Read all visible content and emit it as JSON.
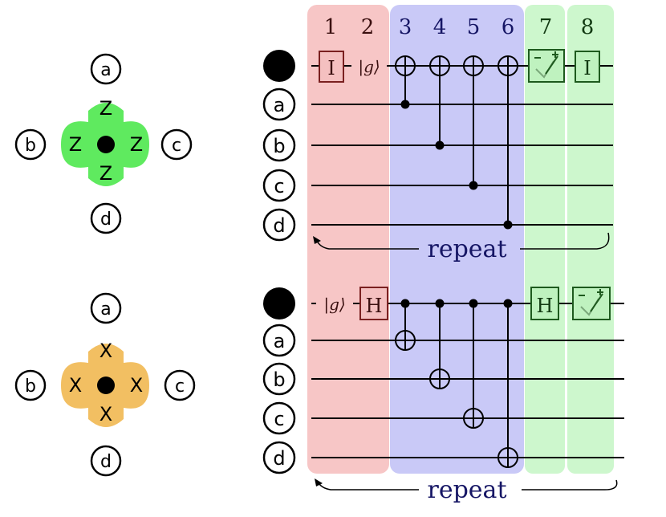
{
  "left_top": {
    "nodes": [
      "a",
      "b",
      "c",
      "d"
    ],
    "ops": [
      "Z",
      "Z",
      "Z",
      "Z"
    ],
    "color": "#5fea5f"
  },
  "left_bottom": {
    "nodes": [
      "a",
      "b",
      "c",
      "d"
    ],
    "ops": [
      "X",
      "X",
      "X",
      "X"
    ],
    "color": "#f2bf62"
  },
  "steps": [
    "1",
    "2",
    "3",
    "4",
    "5",
    "6",
    "7",
    "8"
  ],
  "top_circuit": {
    "wire_labels": [
      "a",
      "b",
      "c",
      "d"
    ],
    "gate1": "I",
    "gate2": "|g⟩",
    "gate8": "I",
    "repeat": "repeat"
  },
  "bottom_circuit": {
    "wire_labels": [
      "a",
      "b",
      "c",
      "d"
    ],
    "gate1": "|g⟩",
    "gate2": "H",
    "gate7": "H",
    "repeat": "repeat"
  },
  "colors": {
    "stage_red": "#f7c6c6",
    "stage_blue": "#c9c9f7",
    "stage_green": "#cdf7cd",
    "gate_red_stroke": "#7a2020",
    "gate_green_stroke": "#1e5a1e",
    "gate_red_fill": "#f4c0c0",
    "gate_green_fill": "#bff2bf",
    "text_blue": "#161665"
  }
}
